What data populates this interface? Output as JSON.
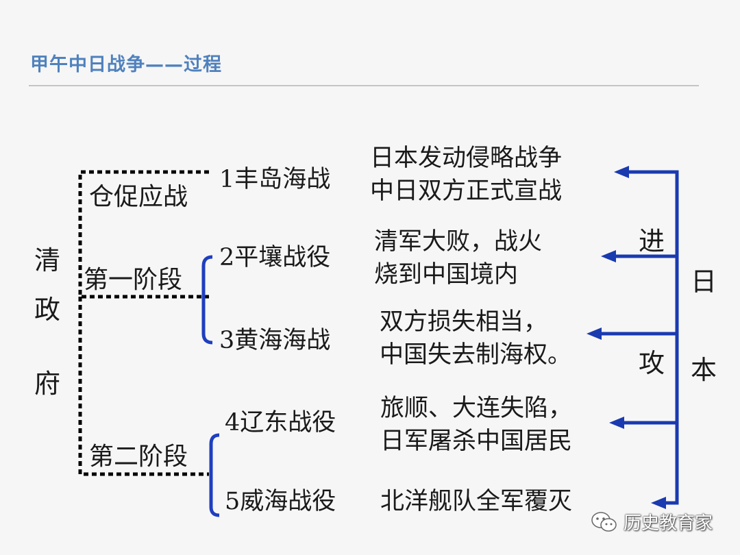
{
  "title": "甲午中日战争——过程",
  "qing": {
    "chars": [
      "清",
      "政",
      "府"
    ]
  },
  "stages": {
    "hasty": "仓促应战",
    "first": "第一阶段",
    "second": "第二阶段"
  },
  "events": [
    {
      "label": "1丰岛海战",
      "desc": [
        "日本发动侵略战争",
        "中日双方正式宣战"
      ]
    },
    {
      "label": "2平壤战役",
      "desc": [
        "清军大败，战火",
        "烧到中国境内"
      ]
    },
    {
      "label": "3黄海海战",
      "desc": [
        "双方损失相当，",
        "中国失去制海权。"
      ]
    },
    {
      "label": "4辽东战役",
      "desc": [
        "旅顺、大连失陷，",
        "日军屠杀中国居民"
      ]
    },
    {
      "label": "5威海战役",
      "desc": [
        "北洋舰队全军覆灭"
      ]
    }
  ],
  "attack": {
    "chars": [
      "进",
      "攻"
    ]
  },
  "japan": {
    "chars": [
      "日",
      "本"
    ]
  },
  "watermark": {
    "text": "历史教育家",
    "icon": "wechat-icon"
  },
  "colors": {
    "title": "#4f81bd",
    "bracket": "#1f3fbf",
    "arrow": "#1a3ab0",
    "dotted": "#000000"
  }
}
